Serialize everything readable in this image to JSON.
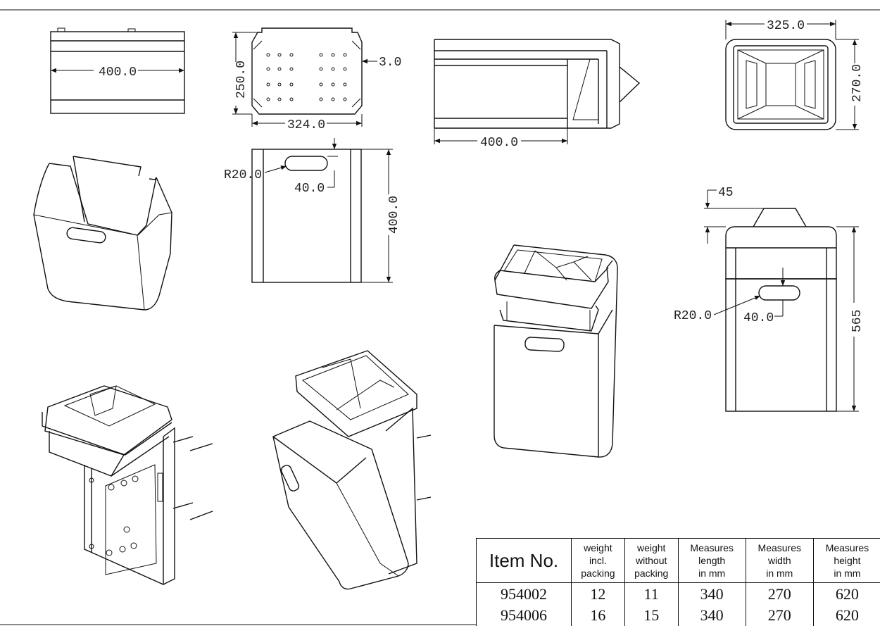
{
  "dimensions": {
    "side_width": "400.0",
    "top_height": "250.0",
    "top_width": "324.0",
    "top_thickness": "3.0",
    "side_length": "400.0",
    "lid_width": "325.0",
    "lid_depth": "270.0",
    "hole_radius": "R20.0",
    "hole_offset": "40.0",
    "front_height": "400.0",
    "lid_rise": "45",
    "hole_radius_2": "R20.0",
    "hole_offset_2": "40.0",
    "total_height": "565"
  },
  "spec_table": {
    "headers": {
      "item": "Item No.",
      "weight_incl": [
        "weight",
        "incl.",
        "packing"
      ],
      "weight_without": [
        "weight",
        "without",
        "packing"
      ],
      "length": [
        "Measures",
        "length",
        "in mm"
      ],
      "width": [
        "Measures",
        "width",
        "in mm"
      ],
      "height": [
        "Measures",
        "height",
        "in mm"
      ]
    },
    "rows": [
      {
        "item": "954002",
        "weight_incl": "12",
        "weight_without": "11",
        "length": "340",
        "width": "270",
        "height": "620"
      },
      {
        "item": "954006",
        "weight_incl": "16",
        "weight_without": "15",
        "length": "340",
        "width": "270",
        "height": "620"
      }
    ]
  }
}
